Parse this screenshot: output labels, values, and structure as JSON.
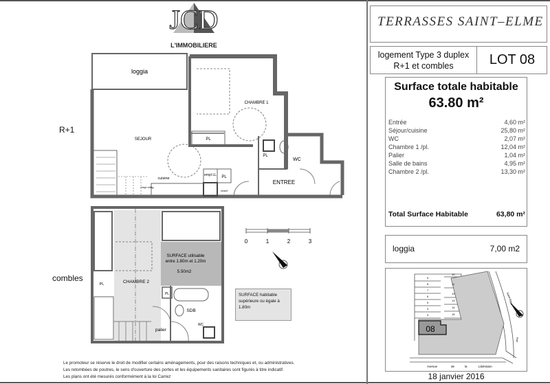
{
  "brand": {
    "logo_text": "JCD",
    "logo_subtitle": "L'IMMOBILIERE"
  },
  "project": {
    "title": "TERRASSES  SAINT–ELME"
  },
  "logement": {
    "type_line1": "logement Type 3 duplex",
    "type_line2": "R+1 et combles",
    "lot": "LOT 08"
  },
  "surface": {
    "heading": "Surface totale habitable",
    "total_big": "63.80 m²",
    "rooms": [
      {
        "name": "Entrée",
        "area": "4,60 m²"
      },
      {
        "name": "Séjour/cuisine",
        "area": "25,80 m²"
      },
      {
        "name": "WC",
        "area": "2,07 m²"
      },
      {
        "name": "Chambre 1 /pl.",
        "area": "12,04 m²"
      },
      {
        "name": "Palier",
        "area": "1,04 m²"
      },
      {
        "name": "Salle de bains",
        "area": "4,95 m²"
      },
      {
        "name": "Chambre 2 /pl.",
        "area": "13,30 m²"
      }
    ],
    "total_label": "Total Surface Habitable",
    "total_value": "63,80 m²"
  },
  "loggia": {
    "label": "loggia",
    "value": "7,00 m2"
  },
  "site_plan": {
    "lot_label": "08",
    "street_bottom": [
      "Avenue",
      "de",
      "la",
      "Libération"
    ],
    "street_right": "Saint-Elme",
    "street_right2": "Rue",
    "lot_numbers": [
      "9",
      "8",
      "7",
      "6",
      "5",
      "4",
      "3",
      "10",
      "11",
      "12",
      "13",
      "14",
      "15"
    ]
  },
  "date": "18 janvier 2016",
  "levels": {
    "upper": "R+1",
    "attic": "combles"
  },
  "plan_r1": {
    "loggia": "loggia",
    "sejour": "SEJOUR",
    "chambre1": "CHAMBRE 1",
    "pl": "PL",
    "cuisine": "cuisine",
    "empl_ll": "empl LL",
    "empl_refrig": "empl refrig",
    "chauf": "chauf",
    "entree": "ENTREE",
    "wc": "WC"
  },
  "plan_combles": {
    "chambre2": "CHAMBRE 2",
    "pl": "PL",
    "sdb": "SDB",
    "wc": "WC",
    "palier": "palier",
    "surface_utilisable_1": "SURFACE utilisable",
    "surface_utilisable_2": "entre 1.80m et 1.20m",
    "surface_utilisable_value": "5.50m2"
  },
  "scale": {
    "ticks": [
      "0",
      "1",
      "2",
      "3"
    ]
  },
  "legend_habitable": {
    "line1": "SURFACE habitable",
    "line2": "supérieure ou égale à",
    "line3": "1.80m"
  },
  "notes": [
    "Le promoteur se réserve le droit de modifier certains aménagements, pour des raisons techniques et, ou administratives.",
    "Les retombées de poutres, le sens d'ouverture des portes et les équipements sanitaires sont figurés à titre indicatif.",
    "Les plans ont été mesurés conformément à la loi Carrez"
  ],
  "colors": {
    "wall": "#666666",
    "shade": "#e4e4e4",
    "shade_dark": "#b8b8b8"
  }
}
